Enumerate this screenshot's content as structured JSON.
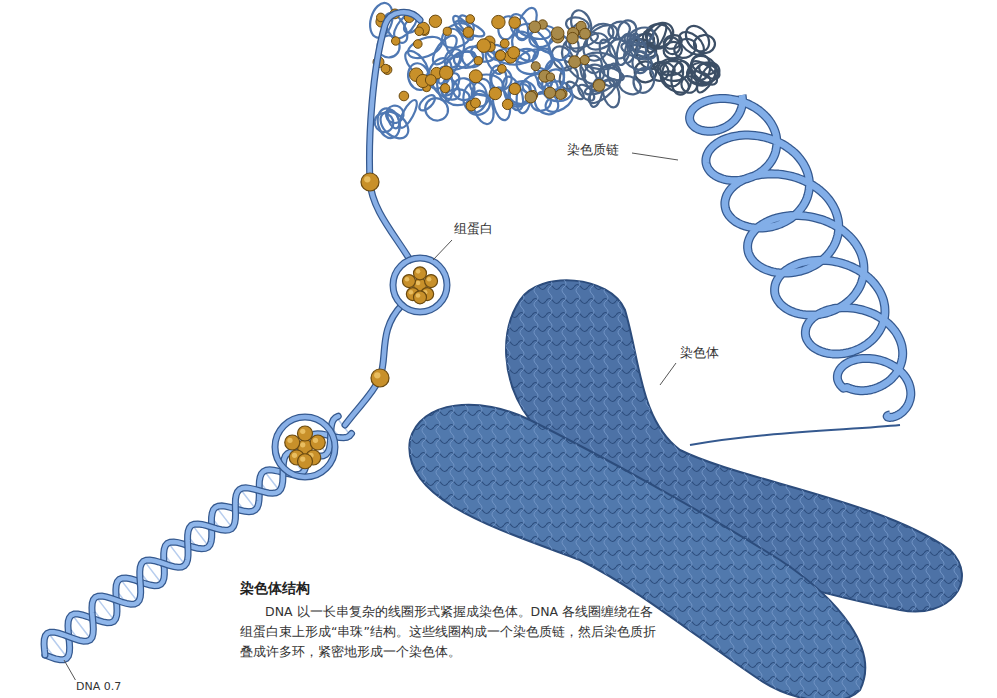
{
  "diagram": {
    "title": "染色体结构",
    "caption": "DNA 以一长串复杂的线圈形式紧握成染色体。DNA 各线圈缠绕在各组蛋白束上形成“串珠”结构。这些线圈构成一个染色质链，然后染色质折叠成许多环，紧密地形成一个染色体。",
    "labels": [
      "染色质链",
      "组蛋白",
      "染色体",
      "DNA 0.7"
    ]
  }
}
